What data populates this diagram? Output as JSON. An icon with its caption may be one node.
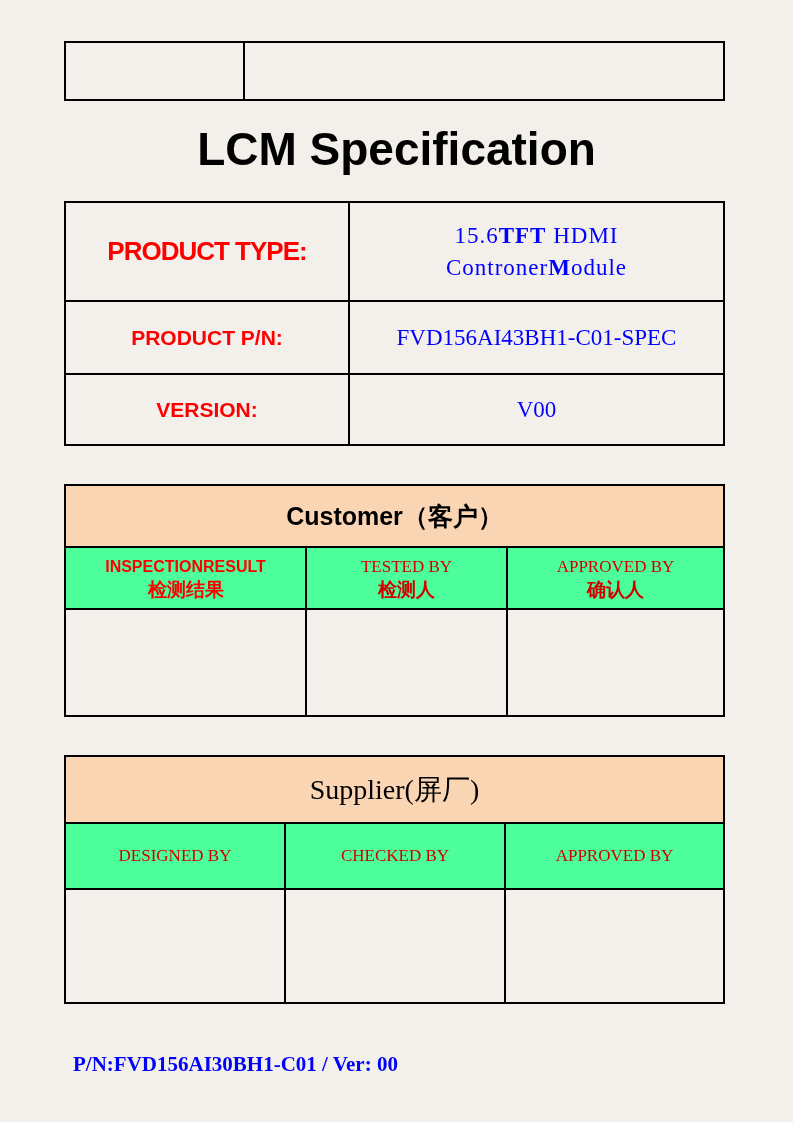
{
  "diagram": {
    "title": "LCM Specification",
    "labels": [
      "PRODUCT TYPE:",
      "15.6**TFT** HDMI Controner**M**odule",
      "PRODUCT P/N:",
      "FVD156AI43BH1-C01-SPEC",
      "VERSION:",
      "V00",
      "Customer（客户）",
      "INSPECTIONRESULT",
      "检测结果",
      "TESTED BY",
      "检测人",
      "APPROVED BY",
      "确认人",
      "Supplier(屏厂)",
      "DESIGNED BY",
      "CHECKED BY",
      "APPROVED BY",
      "P/N:FVD156AI30BH1-C01 / Ver: 00"
    ]
  }
}
